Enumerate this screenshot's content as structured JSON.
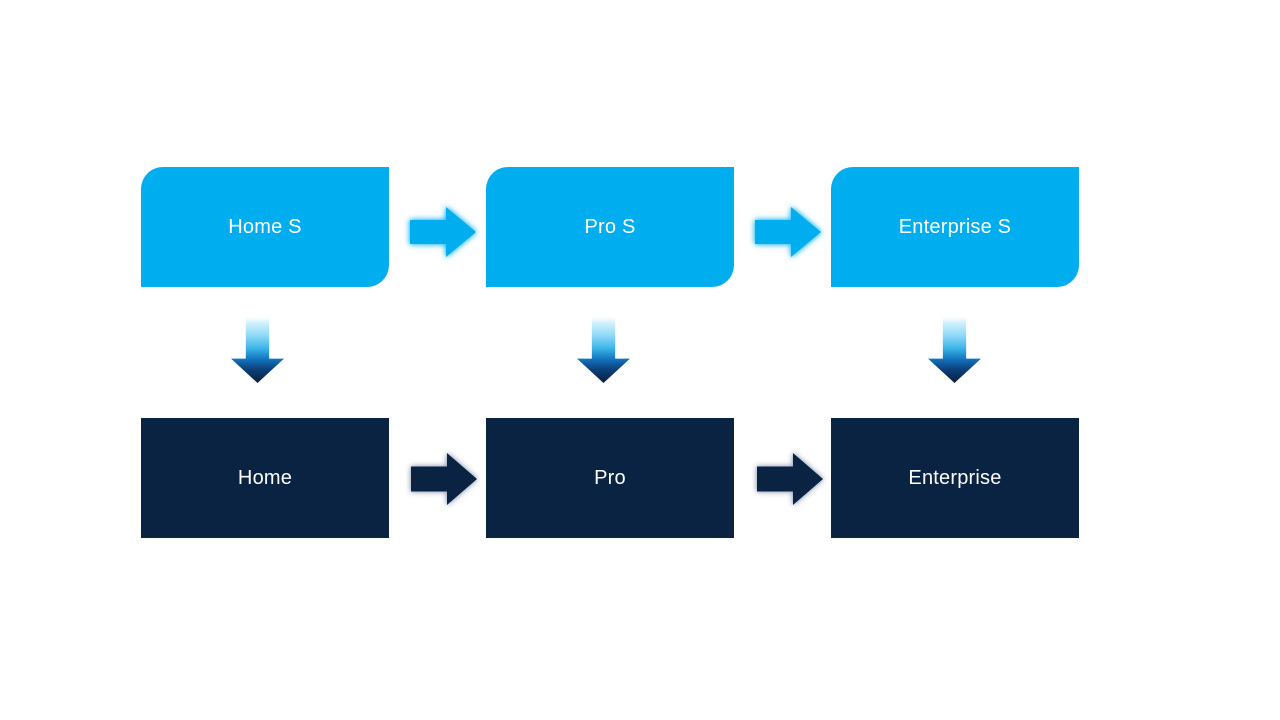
{
  "diagram": {
    "type": "process-upgrade-flow",
    "colors": {
      "background": "#FFFFFF",
      "light_blue": "#00AEEF",
      "dark_navy": "#0B2343",
      "text": "#FFFFFF"
    },
    "top_row": [
      {
        "label": "Home S"
      },
      {
        "label": "Pro S"
      },
      {
        "label": "Enterprise S"
      }
    ],
    "bottom_row": [
      {
        "label": "Home"
      },
      {
        "label": "Pro"
      },
      {
        "label": "Enterprise"
      }
    ],
    "icons": {
      "right_arrow": "right-arrow-icon",
      "down_arrow": "down-arrow-icon"
    }
  }
}
